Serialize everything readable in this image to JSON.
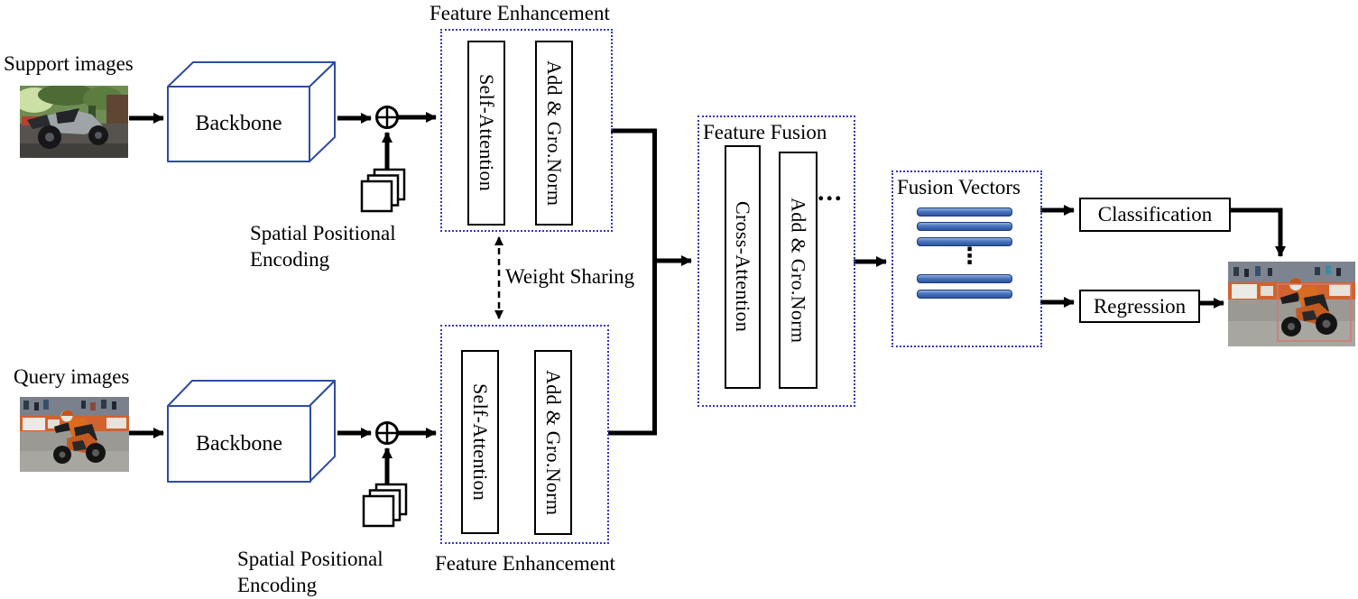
{
  "colors": {
    "backbone_outline": "#2e4da0",
    "dashed_container": "#3338b8",
    "fusion_bar_fill": "#4a74bc",
    "fusion_bar_border": "#1d3c78",
    "detection_box_red": "#d9756b",
    "arrow": "#000000"
  },
  "support_branch": {
    "label": "Support images",
    "backbone_label": "Backbone",
    "positional_encoding_label": "Spatial Positional Encoding",
    "feature_enhancement": {
      "title": "Feature Enhancement",
      "self_attention": "Self-Attention",
      "add_norm": "Add & Gro.Norm"
    }
  },
  "query_branch": {
    "label": "Query images",
    "backbone_label": "Backbone",
    "positional_encoding_label": "Spatial Positional Encoding",
    "feature_enhancement": {
      "title": "Feature Enhancement",
      "self_attention": "Self-Attention",
      "add_norm": "Add & Gro.Norm"
    }
  },
  "weight_sharing_label": "Weight Sharing",
  "feature_fusion": {
    "title": "Feature Fusion",
    "cross_attention": "Cross-Attention",
    "add_norm": "Add & Gro.Norm",
    "ellipsis": "..."
  },
  "fusion_vectors": {
    "title": "Fusion Vectors",
    "bar_count": 5,
    "vertical_ellipsis": "⋮"
  },
  "heads": {
    "classification": "Classification",
    "regression": "Regression"
  }
}
